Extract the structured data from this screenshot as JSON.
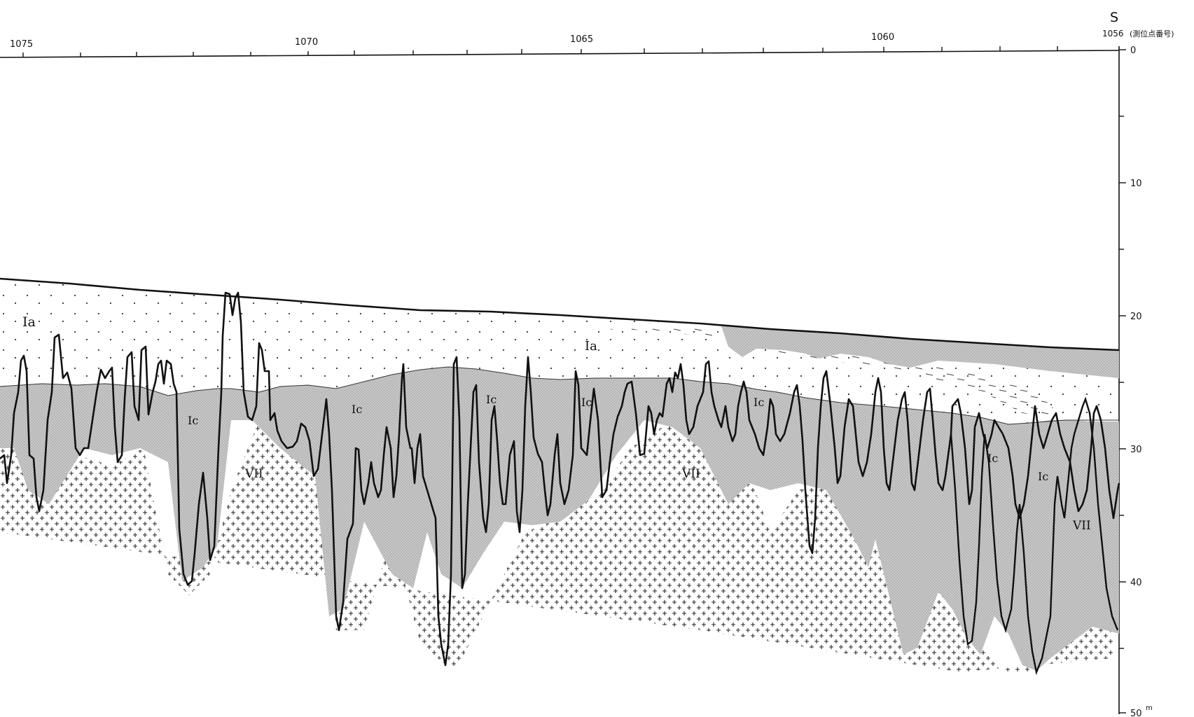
{
  "header": {
    "direction": "S",
    "station_label": "(測位点番号)",
    "stations": [
      "1075",
      "1070",
      "1065",
      "1060",
      "1056"
    ]
  },
  "depth_axis": {
    "ticks": [
      "0",
      "10",
      "20",
      "30",
      "40",
      "50"
    ],
    "unit": "m"
  },
  "units": {
    "ia": "Ia",
    "ic": "Ic",
    "vii": "VII"
  },
  "colors": {
    "line": "#111111",
    "stipple_fill": "#bdbdbd",
    "background": "#ffffff"
  }
}
